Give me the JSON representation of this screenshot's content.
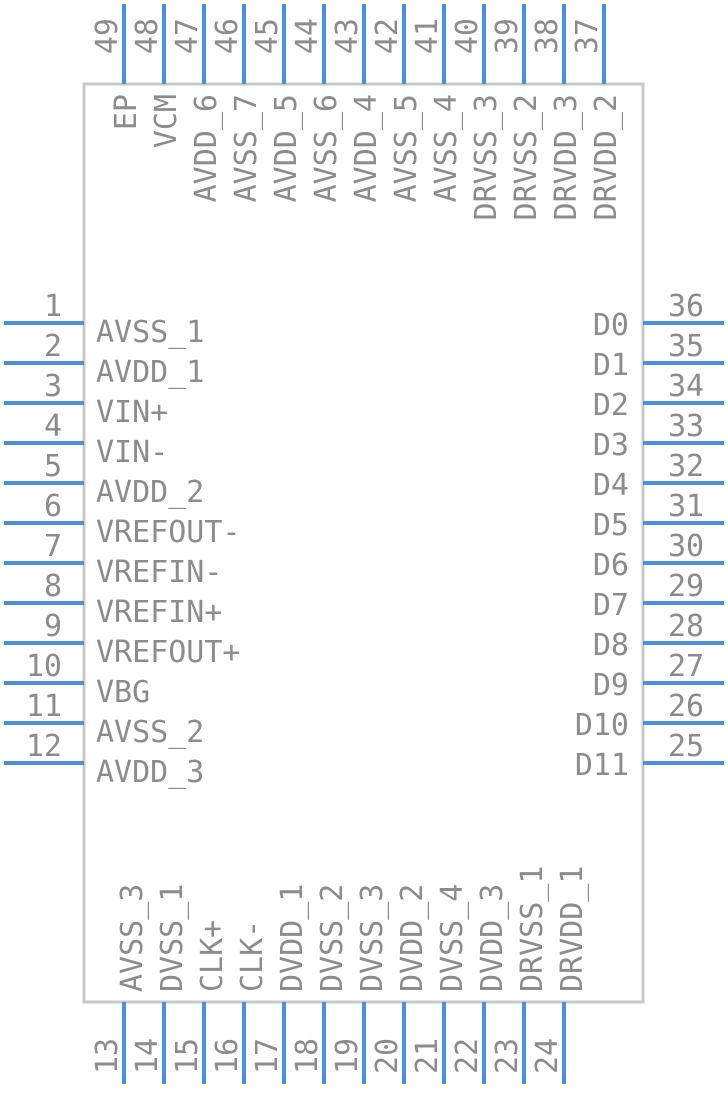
{
  "colors": {
    "pin": "#4a8fe0",
    "body": "#c8c8c8",
    "text": "#8c8c8c"
  },
  "pins": {
    "left": [
      {
        "num": "1",
        "label": "AVSS_1"
      },
      {
        "num": "2",
        "label": "AVDD_1"
      },
      {
        "num": "3",
        "label": "VIN+"
      },
      {
        "num": "4",
        "label": "VIN-"
      },
      {
        "num": "5",
        "label": "AVDD_2"
      },
      {
        "num": "6",
        "label": "VREFOUT-"
      },
      {
        "num": "7",
        "label": "VREFIN-"
      },
      {
        "num": "8",
        "label": "VREFIN+"
      },
      {
        "num": "9",
        "label": "VREFOUT+"
      },
      {
        "num": "10",
        "label": "VBG"
      },
      {
        "num": "11",
        "label": "AVSS_2"
      },
      {
        "num": "12",
        "label": "AVDD_3"
      }
    ],
    "right": [
      {
        "num": "36",
        "label": "D0"
      },
      {
        "num": "35",
        "label": "D1"
      },
      {
        "num": "34",
        "label": "D2"
      },
      {
        "num": "33",
        "label": "D3"
      },
      {
        "num": "32",
        "label": "D4"
      },
      {
        "num": "31",
        "label": "D5"
      },
      {
        "num": "30",
        "label": "D6"
      },
      {
        "num": "29",
        "label": "D7"
      },
      {
        "num": "28",
        "label": "D8"
      },
      {
        "num": "27",
        "label": "D9"
      },
      {
        "num": "26",
        "label": "D10"
      },
      {
        "num": "25",
        "label": "D11"
      }
    ],
    "bottom": [
      {
        "num": "13",
        "label": "AVSS_3"
      },
      {
        "num": "14",
        "label": "DVSS_1"
      },
      {
        "num": "15",
        "label": "CLK+"
      },
      {
        "num": "16",
        "label": "CLK-"
      },
      {
        "num": "17",
        "label": "DVDD_1"
      },
      {
        "num": "18",
        "label": "DVSS_2"
      },
      {
        "num": "19",
        "label": "DVSS_3"
      },
      {
        "num": "20",
        "label": "DVDD_2"
      },
      {
        "num": "21",
        "label": "DVSS_4"
      },
      {
        "num": "22",
        "label": "DVDD_3"
      },
      {
        "num": "23",
        "label": "DRVSS_1"
      },
      {
        "num": "24",
        "label": "DRVDD_1"
      }
    ],
    "top": [
      {
        "num": "49",
        "label": "EP"
      },
      {
        "num": "48",
        "label": "VCM"
      },
      {
        "num": "47",
        "label": "AVDD_6"
      },
      {
        "num": "46",
        "label": "AVSS_7"
      },
      {
        "num": "45",
        "label": "AVDD_5"
      },
      {
        "num": "44",
        "label": "AVSS_6"
      },
      {
        "num": "43",
        "label": "AVDD_4"
      },
      {
        "num": "42",
        "label": "AVSS_5"
      },
      {
        "num": "41",
        "label": "AVSS_4"
      },
      {
        "num": "40",
        "label": "DRVSS_3"
      },
      {
        "num": "39",
        "label": "DRVSS_2"
      },
      {
        "num": "38",
        "label": "DRVDD_3"
      },
      {
        "num": "37",
        "label": "DRVDD_2"
      }
    ]
  }
}
